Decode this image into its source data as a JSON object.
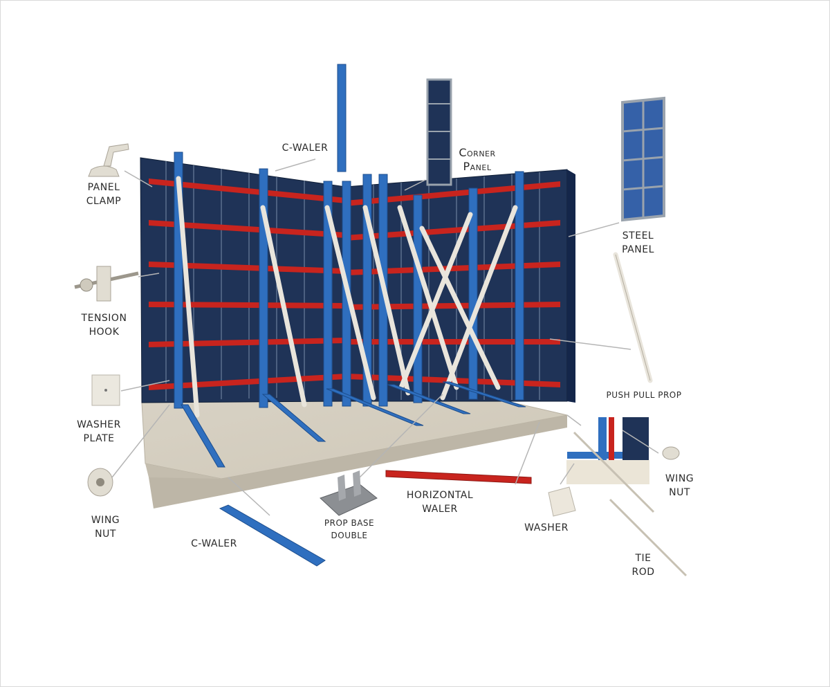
{
  "labels": {
    "c_waler_top": "C-WALER",
    "corner_panel_1": "Corner",
    "corner_panel_2": "Panel",
    "panel_clamp_1": "PANEL",
    "panel_clamp_2": "CLAMP",
    "steel_panel_1": "STEEL",
    "steel_panel_2": "PANEL",
    "tension_hook_1": "TENSION",
    "tension_hook_2": "HOOK",
    "washer_plate_1": "WASHER",
    "washer_plate_2": "PLATE",
    "push_pull_prop": "PUSH PULL PROP",
    "wing_nut_left_1": "WING",
    "wing_nut_left_2": "NUT",
    "wing_nut_right_1": "WING",
    "wing_nut_right_2": "NUT",
    "c_waler_bottom": "C-WALER",
    "prop_base_1": "PROP BASE",
    "prop_base_2": "DOUBLE",
    "horizontal_waler_1": "HORIZONTAL",
    "horizontal_waler_2": "WALER",
    "washer": "WASHER",
    "tie_rod_1": "TIE",
    "tie_rod_2": "ROD"
  },
  "colors": {
    "panel_navy": "#1f3357",
    "waler_blue": "#2f6fbf",
    "waler_red": "#c8241e",
    "prop_white": "#e9e5dc",
    "slab_beige": "#d8d2c4",
    "frame_grey": "#9aa3ad"
  }
}
